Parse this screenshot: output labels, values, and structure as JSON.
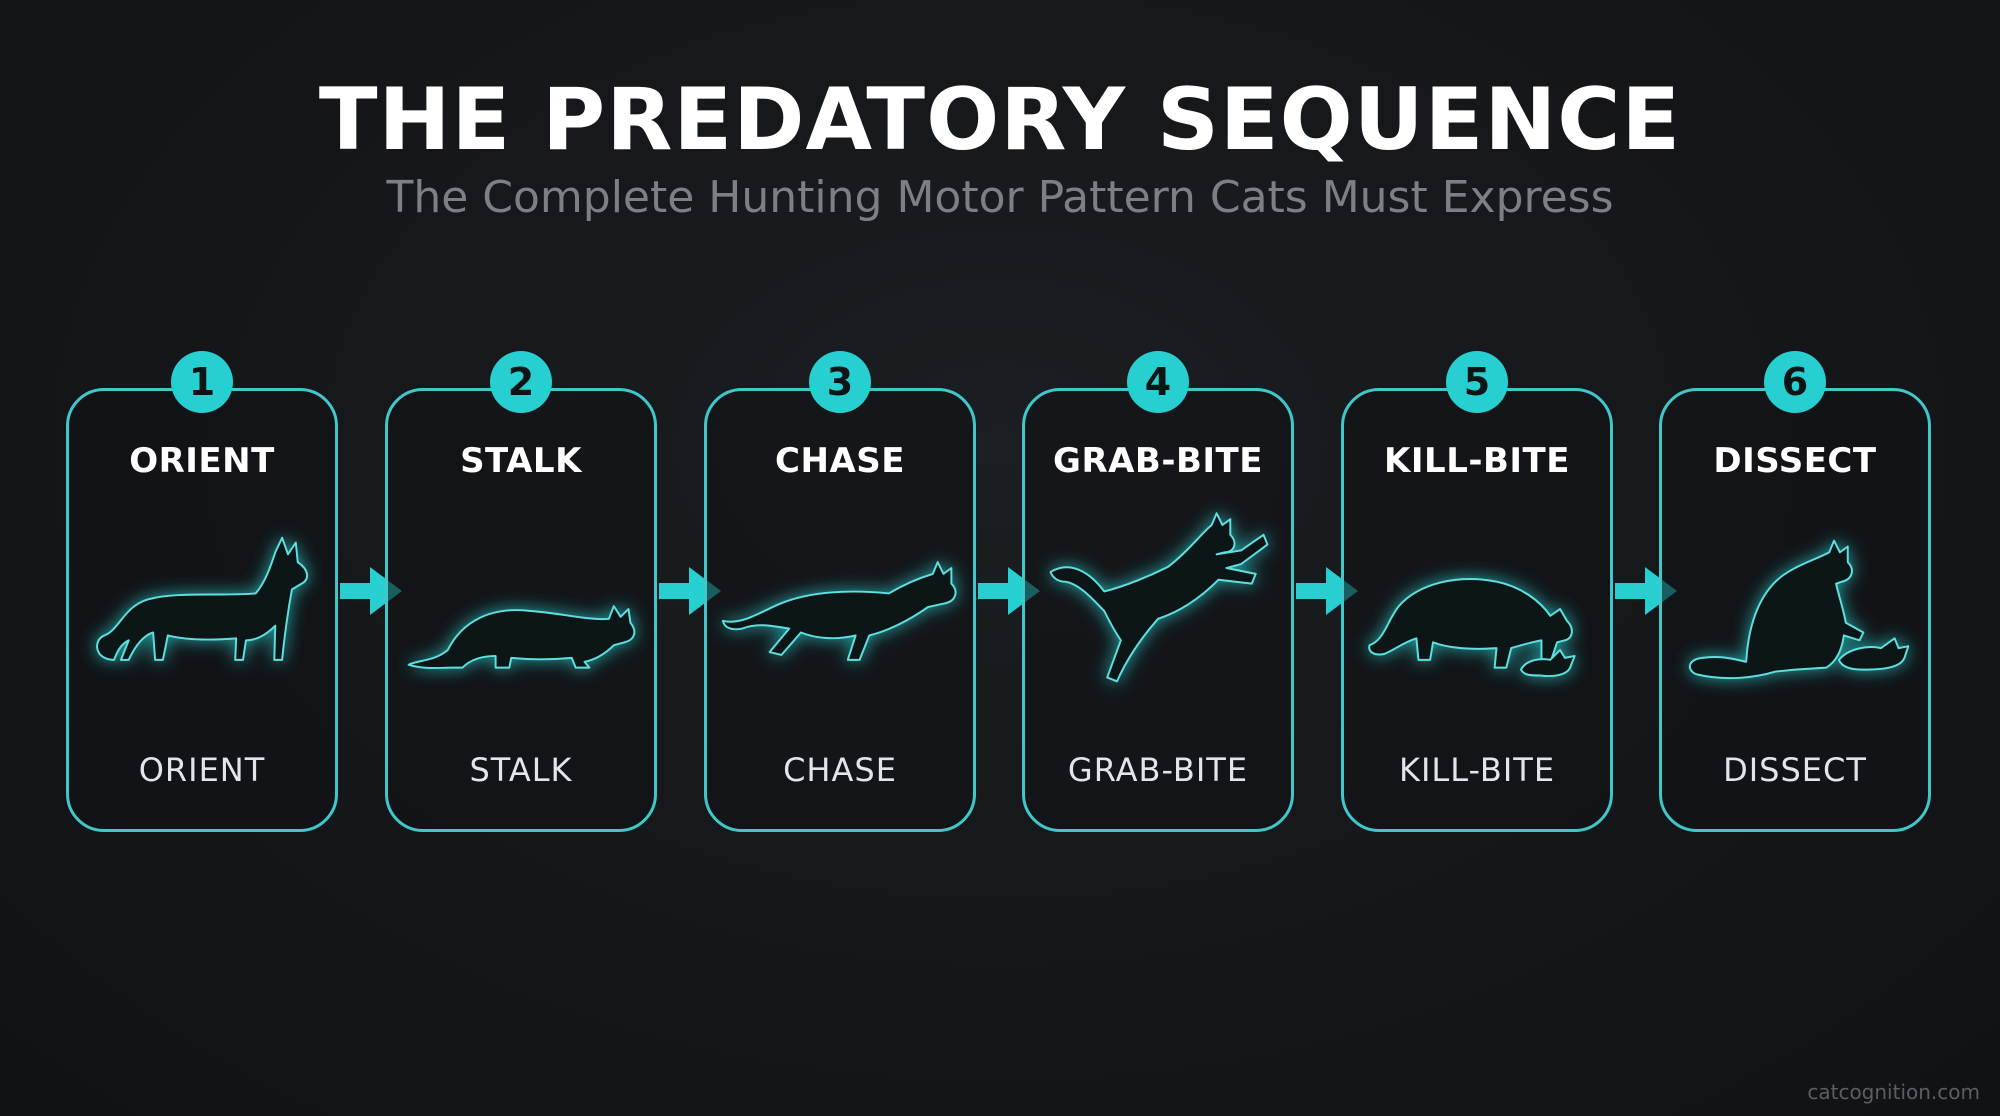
{
  "title": "THE PREDATORY SEQUENCE",
  "subtitle": "The Complete Hunting Motor Pattern Cats Must Express",
  "colors": {
    "accent": "#27cfd0",
    "border": "#3fc7c9",
    "background": "#15171a",
    "subtitle": "#7c8085"
  },
  "steps": [
    {
      "number": "1",
      "title": "ORIENT",
      "caption": "ORIENT",
      "icon": "standing-cat-icon"
    },
    {
      "number": "2",
      "title": "STALK",
      "caption": "STALK",
      "icon": "stalking-cat-icon"
    },
    {
      "number": "3",
      "title": "CHASE",
      "caption": "CHASE",
      "icon": "running-cat-icon"
    },
    {
      "number": "4",
      "title": "GRAB-BITE",
      "caption": "GRAB-BITE",
      "icon": "pouncing-cat-icon"
    },
    {
      "number": "5",
      "title": "KILL-BITE",
      "caption": "KILL-BITE",
      "icon": "cat-with-prey-icon"
    },
    {
      "number": "6",
      "title": "DISSECT",
      "caption": "DISSECT",
      "icon": "sitting-cat-with-prey-icon"
    }
  ],
  "footer": "catcognition.com"
}
